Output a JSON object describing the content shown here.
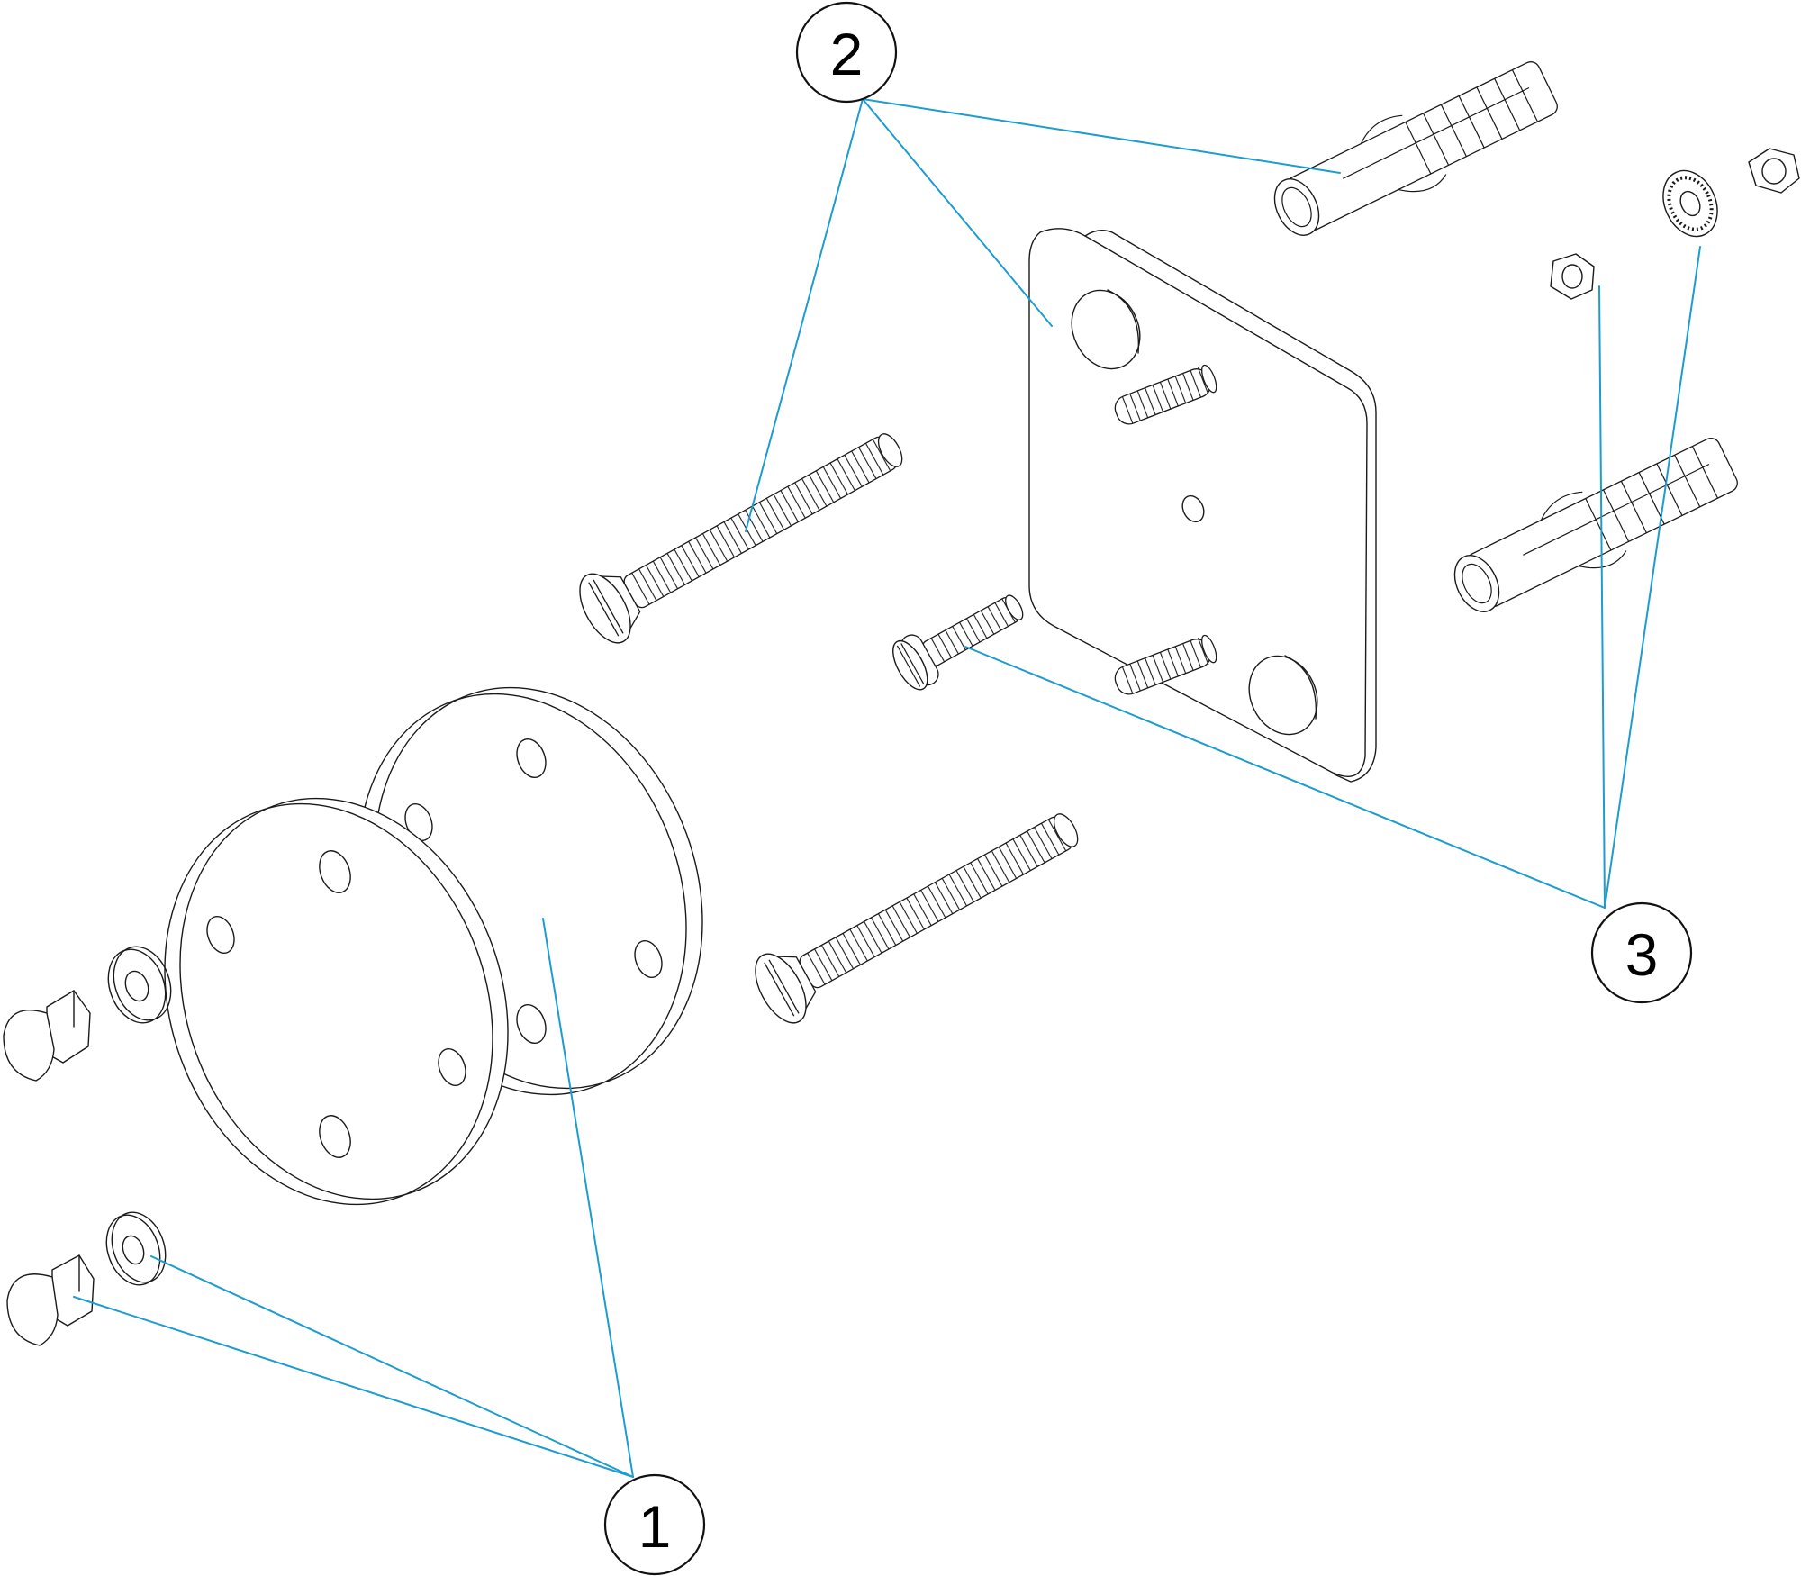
{
  "callouts": [
    {
      "label": "1",
      "color": "#1c9ccf"
    },
    {
      "label": "2",
      "color": "#1c9ccf"
    },
    {
      "label": "3",
      "color": "#1c9ccf"
    }
  ],
  "colors": {
    "leader": "#1c9ccf",
    "line": "#1a1a1a",
    "background": "#ffffff"
  }
}
